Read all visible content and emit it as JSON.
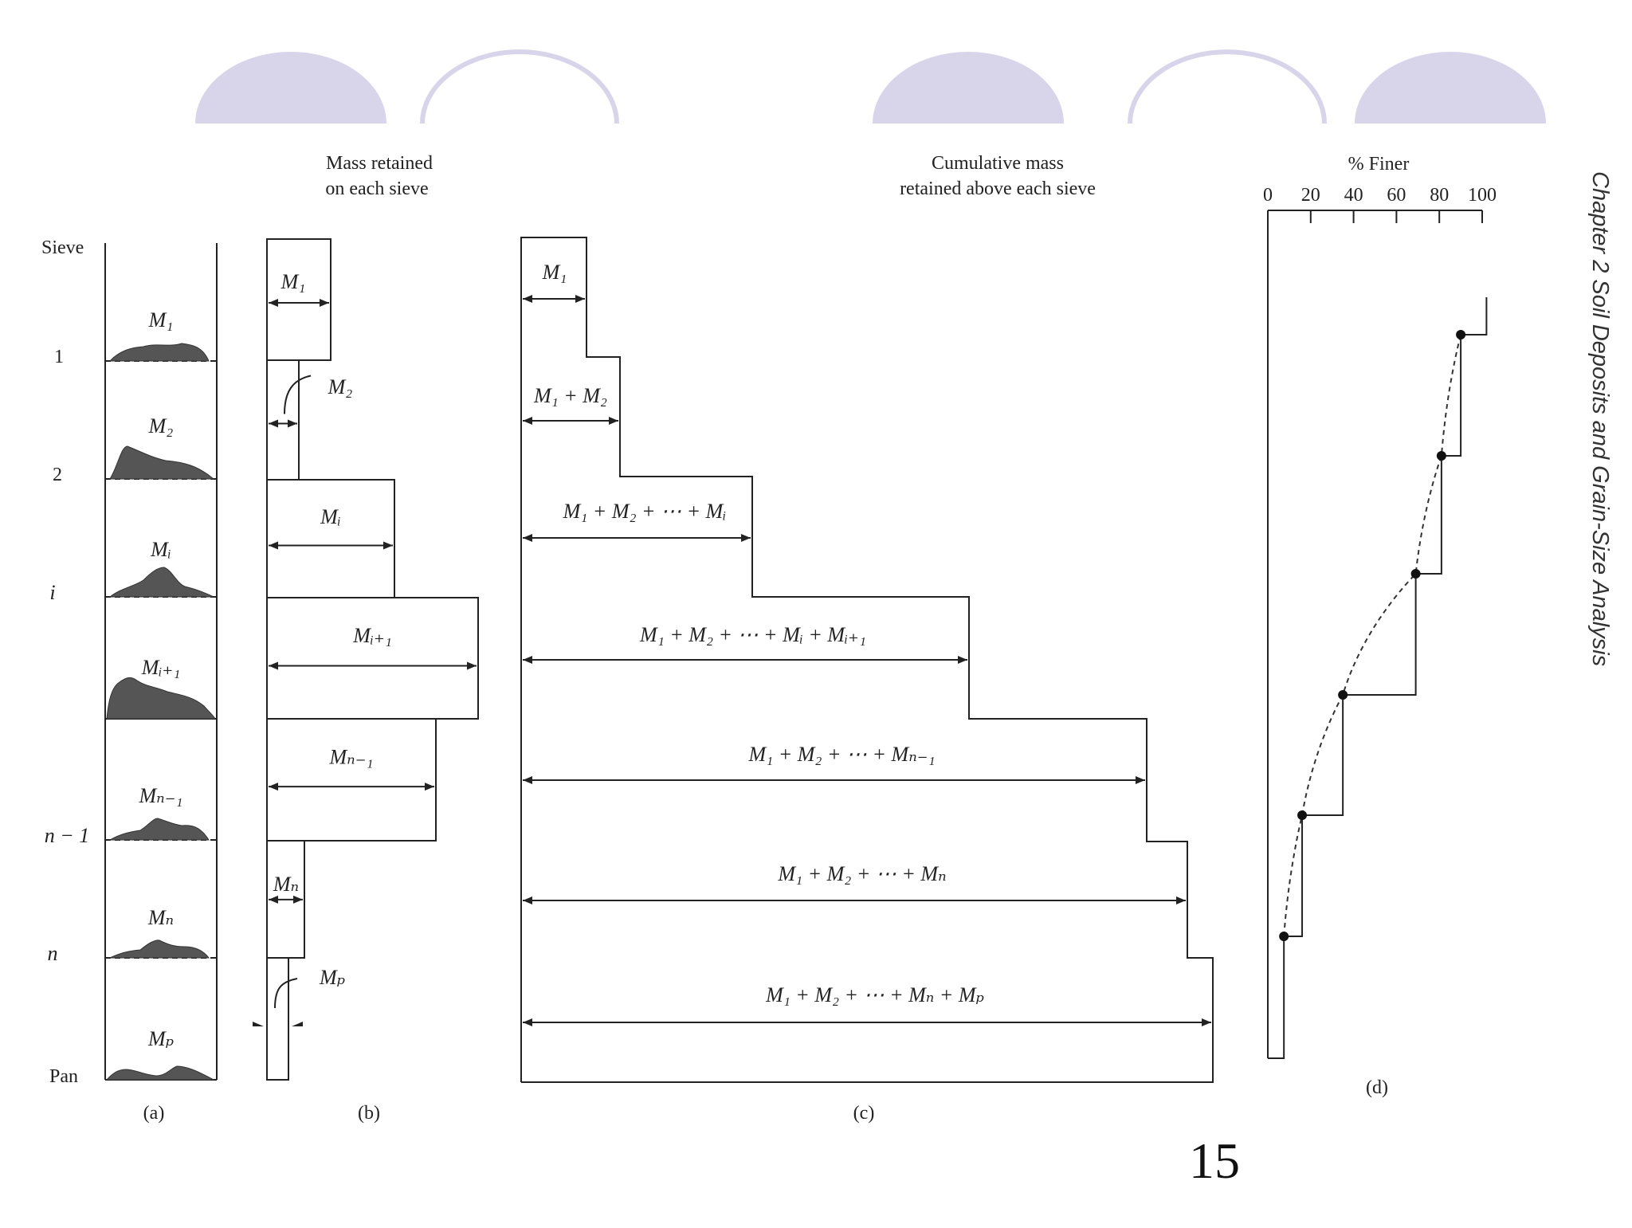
{
  "panel_titles": {
    "b": [
      "Mass retained",
      "on each sieve"
    ],
    "c": [
      "Cumulative mass",
      "retained above each sieve"
    ],
    "d": "% Finer"
  },
  "sieve_header": "Sieve",
  "sieve_labels": [
    "1",
    "2",
    "i",
    "n − 1",
    "n",
    "Pan"
  ],
  "sample_labels": [
    "M₁",
    "M₂",
    "Mᵢ",
    "Mᵢ₊₁",
    "Mₙ₋₁",
    "Mₙ",
    "Mₚ"
  ],
  "mass_labels": [
    "M₁",
    "M₂",
    "Mᵢ",
    "Mᵢ₊₁",
    "Mₙ₋₁",
    "Mₙ",
    "Mₚ"
  ],
  "cumulative_labels": [
    "M₁",
    "M₁ + M₂",
    "M₁ + M₂ + ⋯ + Mᵢ",
    "M₁ + M₂ + ⋯ + Mᵢ + Mᵢ₊₁",
    "M₁ + M₂ + ⋯ + Mₙ₋₁",
    "M₁ + M₂ + ⋯ + Mₙ",
    "M₁ + M₂ + ⋯ + Mₙ + Mₚ"
  ],
  "finer_axis_ticks": [
    "0",
    "20",
    "40",
    "60",
    "80",
    "100"
  ],
  "panel_captions": [
    "(a)",
    "(b)",
    "(c)",
    "(d)"
  ],
  "side_title": "Chapter 2   Soil Deposits and Grain-Size Analysis",
  "page_number": "15",
  "colors": {
    "arc": "#d8d5ea",
    "ink": "#222222",
    "sample": "#555555"
  }
}
